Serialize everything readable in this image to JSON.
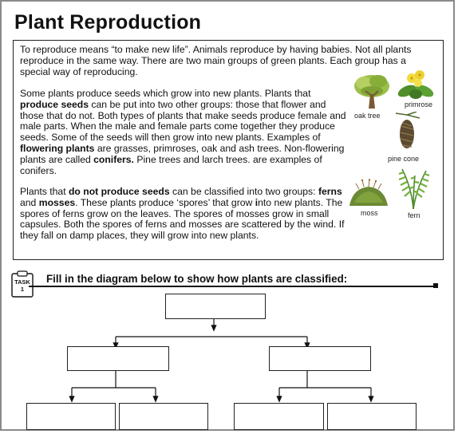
{
  "page": {
    "title": "Plant Reproduction"
  },
  "reading": {
    "p1": "To reproduce means “to make new life”.  Animals reproduce by having babies. Not all plants reproduce in the same way. There are two main groups of green plants. Each group has a special way of reproducing.",
    "p2": [
      {
        "t": "Some plants produce seeds which grow into new plants. Plants that ",
        "b": false
      },
      {
        "t": "produce seeds",
        "b": true
      },
      {
        "t": " can be put into two other groups: those that flower and those that do not. Both types of plants that make seeds produce female and male parts. When the male and female parts come together they produce seeds. Some of the seeds will then grow into new plants. Examples of ",
        "b": false
      },
      {
        "t": "flowering plants",
        "b": true
      },
      {
        "t": " are grasses, primroses, oak and ash trees. Non-flowering plants are called ",
        "b": false
      },
      {
        "t": "conifers.",
        "b": true
      },
      {
        "t": "  Pine trees and larch trees. are examples of conifers.",
        "b": false
      }
    ],
    "p3": [
      {
        "t": "Plants that ",
        "b": false
      },
      {
        "t": "do not produce seeds",
        "b": true
      },
      {
        "t": " can be classified into two groups: ",
        "b": false
      },
      {
        "t": "ferns",
        "b": true
      },
      {
        "t": " and ",
        "b": false
      },
      {
        "t": "mosses",
        "b": true
      },
      {
        "t": ". These plants produce ‘spores’ that grow ",
        "b": false
      },
      {
        "t": "i",
        "b": true
      },
      {
        "t": "nto new plants.  The spores of ferns grow on the leaves.  The spores of mosses grow in small capsules. Both the spores of ferns and mosses are scattered by the wind. If they fall on damp places, they will grow into new plants.",
        "b": false
      }
    ]
  },
  "pictures": {
    "oak_tree": "oak tree",
    "primrose": "primrose",
    "pine_cone": "pine cone",
    "moss": "moss",
    "fern": "fern"
  },
  "task": {
    "badge_label": "TASK",
    "badge_number": "1",
    "instruction": "Fill in the diagram below to show how plants are classified:"
  },
  "colors": {
    "frame_border": "#8a8a8a",
    "text": "#111111",
    "leaf_green": "#5a9a2a",
    "flower_yellow": "#e8d23a",
    "cone_brown": "#6b5a3a",
    "moss_green": "#5e7d2e"
  }
}
